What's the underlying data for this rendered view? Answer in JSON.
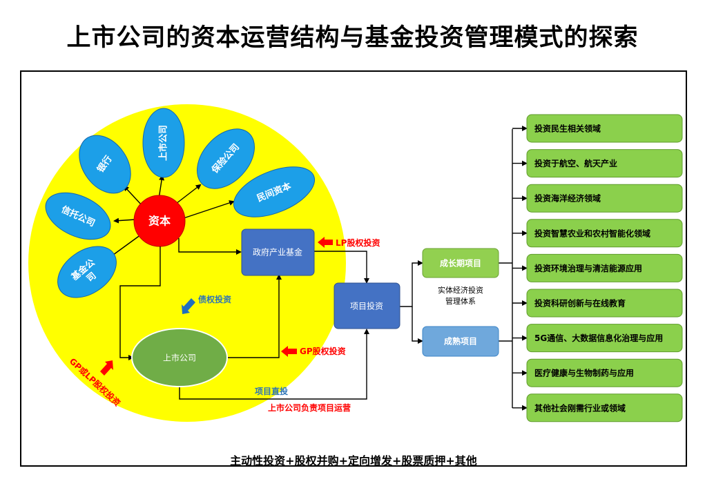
{
  "title": "上市公司的资本运营结构与基金投资管理模式的探索",
  "capital": {
    "center": "资本",
    "sources": [
      "银行",
      "上市公司",
      "保险公司",
      "民间资本",
      "信托公司",
      "基金公司"
    ]
  },
  "nodes": {
    "gov_fund": "政府产业基金",
    "listed_company": "上市公司",
    "project_investment": "项目投资",
    "growth_projects": "成长期项目",
    "mature_projects": "成熟项目"
  },
  "labels": {
    "lp_equity": "LP股权投资",
    "debt_investment": "债权投资",
    "gp_equity": "GP股权投资",
    "gp_or_lp": "GP或LP股权投资",
    "direct_investment": "项目直投",
    "operations": "上市公司负责项目运营",
    "system_line1": "实体经济投资",
    "system_line2": "管理体系"
  },
  "fields": [
    "投资民生相关领域",
    "投资于航空、航天产业",
    "投资海洋经济领域",
    "投资智慧农业和农村智能化领域",
    "投资环境治理与清洁能源应用",
    "投资科研创新与在线教育",
    "5G通信、大数据信息化治理与应用",
    "医疗健康与生物制药与应用",
    "其他社会刚需行业或领域"
  ],
  "bottom_caption": "主动性投资+股权并购+定向增发+股票质押+其他",
  "colors": {
    "yellow_circle": "#ffff00",
    "source_ellipse": "#1c9fe8",
    "capital_red": "#ff0000",
    "box_blue": "#4472c4",
    "listed_green": "#70ad47",
    "growth_green": "#92d050",
    "mature_blue": "#6fa8dc",
    "field_green": "#8bd04c",
    "arrow_red": "#ff0000",
    "arrow_blue": "#1f6fbf",
    "label_red": "#ff0000",
    "label_blue": "#2e75b6"
  }
}
